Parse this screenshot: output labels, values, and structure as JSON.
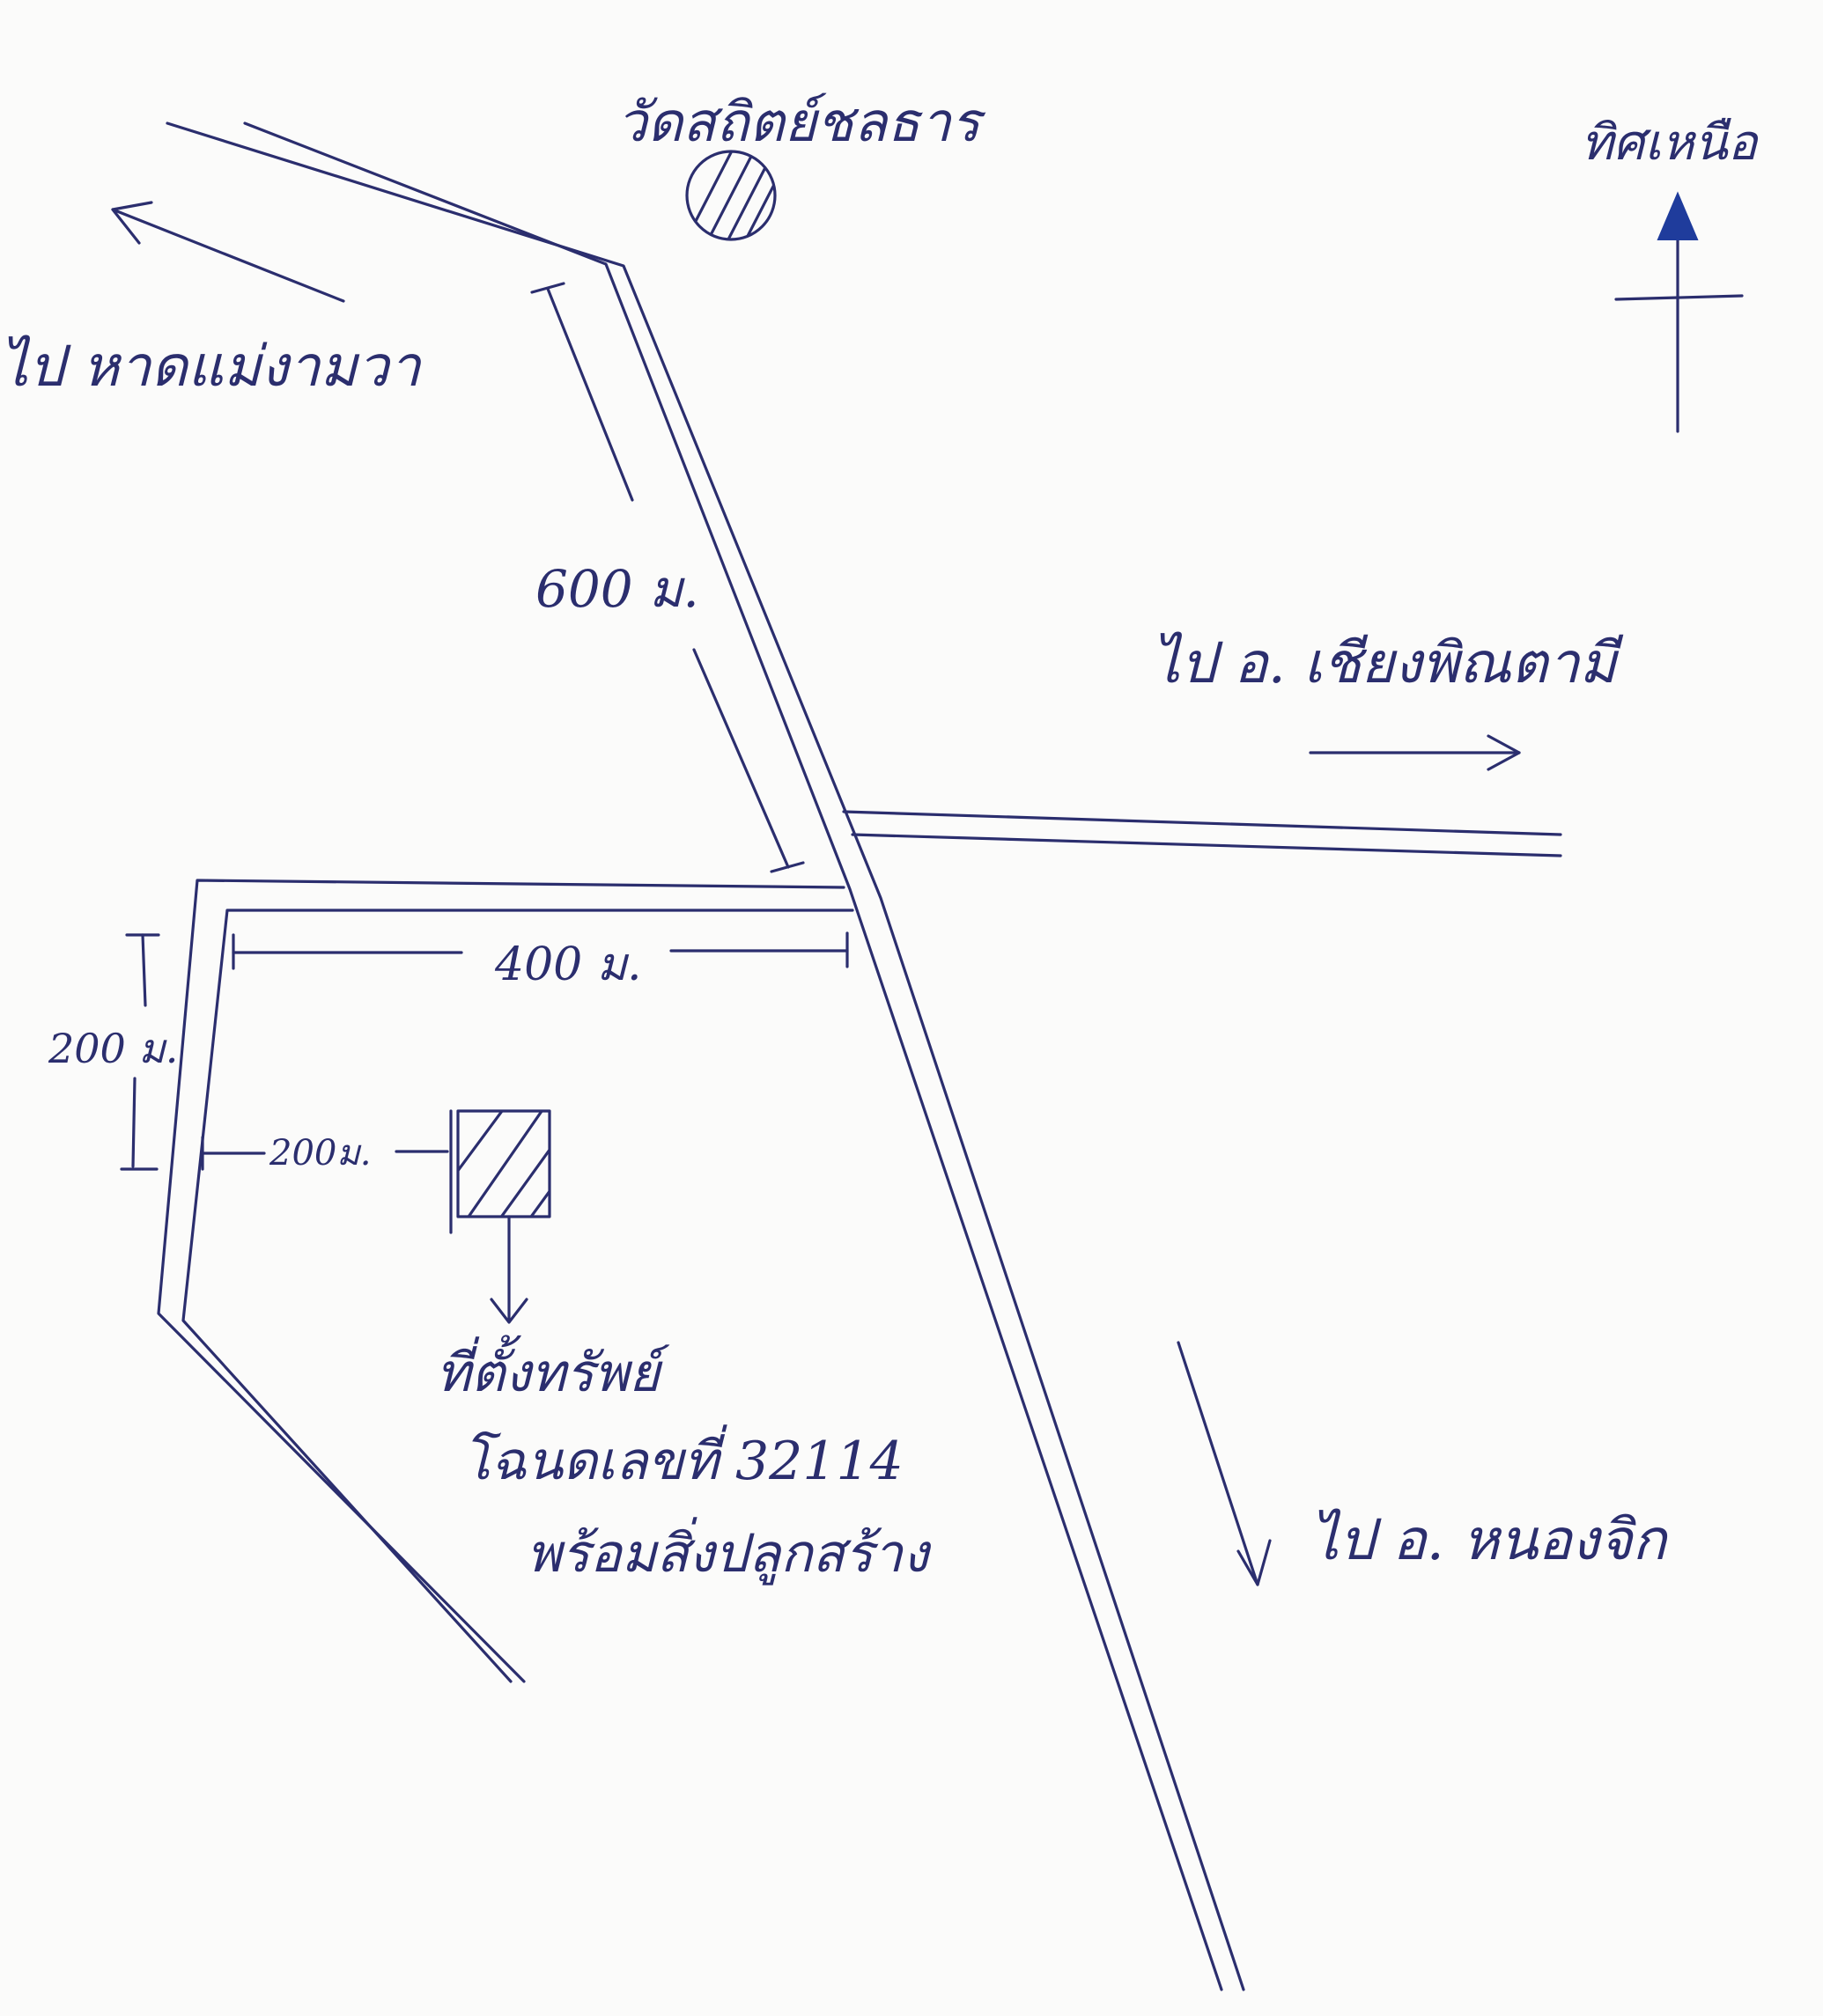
{
  "map": {
    "landmark_temple": "วัดสถิตย์ชลธาร",
    "north_label": "ทิศเหนือ",
    "direction_west": "ไป หาดแม่งามวา",
    "direction_east": "ไป อ. เชียงพิณตามี",
    "direction_south": "ไป อ. หนองจิก",
    "distance_main_road": "600 ม.",
    "distance_side_road": "400 ม.",
    "distance_vertical": "200 ม.",
    "distance_to_plot": "200ม.",
    "property_label_line1": "ที่ตั้งทรัพย์",
    "property_label_line2": "โฉนดเลขที่ 32114",
    "property_label_line3": "พร้อมสิ่งปลูกสร้าง",
    "colors": {
      "ink": "#2b2e6e",
      "north_arrow": "#1f3c9c",
      "paper": "#fbfbfa"
    },
    "icons": {
      "temple_marker": "hatched-circle-icon",
      "property_marker": "hatched-square-icon",
      "north_arrow": "north-arrow-icon"
    }
  }
}
